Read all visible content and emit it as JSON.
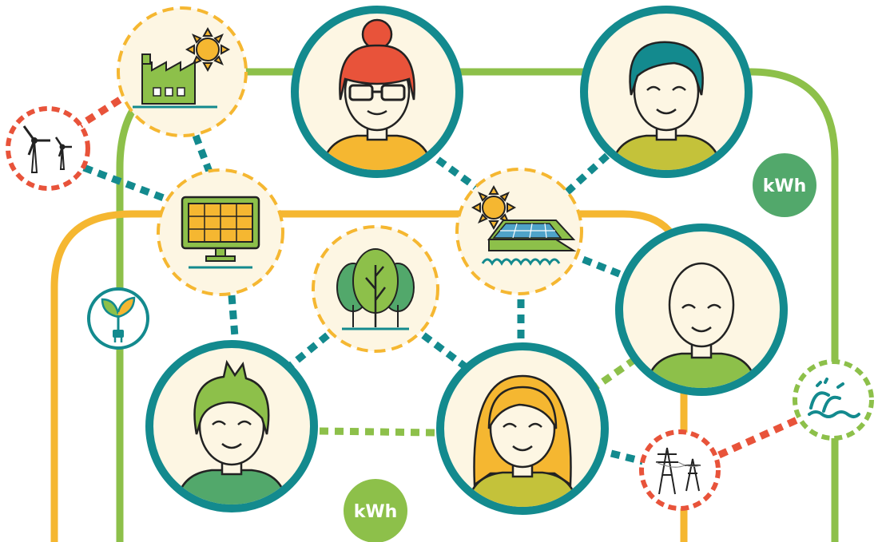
{
  "colors": {
    "background": "#ffffff",
    "green_line": "#8dc04a",
    "yellow_line": "#f5b731",
    "teal": "#138a8e",
    "red": "#e8533a",
    "cream": "#fdf6e3",
    "kwh_dark_green": "#52a86b",
    "kwh_light_green": "#8dc04a"
  },
  "badges": {
    "kwh_top": "kWh",
    "kwh_bottom": "kWh"
  },
  "icons": [
    "solar-factory-icon",
    "wind-turbine-icon",
    "solar-panel-icon",
    "trees-icon",
    "solar-house-icon",
    "eco-plug-icon",
    "hydro-wave-icon",
    "power-pylon-icon"
  ],
  "people": [
    "person-red-bun-glasses",
    "person-teal-hair",
    "person-bald",
    "person-green-spiky-hair",
    "person-yellow-hair"
  ]
}
